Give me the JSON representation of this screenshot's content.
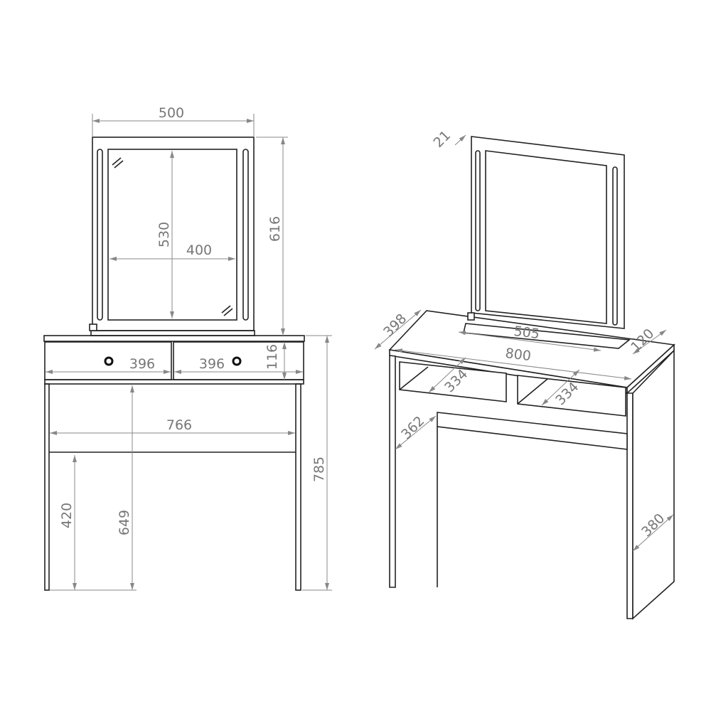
{
  "front_view": {
    "mirror_width": "500",
    "mirror_height": "616",
    "glass_height": "530",
    "glass_width": "400",
    "drawer_left_width": "396",
    "drawer_right_width": "396",
    "drawer_height": "116",
    "inner_width": "766",
    "total_height": "785",
    "rail_clearance": "420",
    "knee_height": "649"
  },
  "perspective_view": {
    "mirror_depth": "21",
    "table_depth": "398",
    "mirror_base_width": "505",
    "mirror_base_depth": "120",
    "table_width": "800",
    "drawer_left_depth": "334",
    "drawer_right_depth": "334",
    "knee_depth": "362",
    "side_depth": "380"
  },
  "colors": {
    "line": "#222222",
    "dimension": "#888888"
  }
}
